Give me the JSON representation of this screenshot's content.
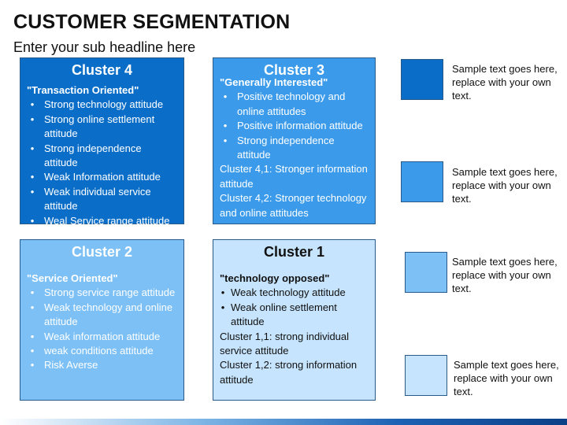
{
  "header": {
    "title": "CUSTOMER SEGMENTATION",
    "subtitle": "Enter your sub headline here"
  },
  "colors": {
    "cluster4": "#0a6ec8",
    "cluster3": "#3b9bea",
    "cluster2": "#7cc0f6",
    "cluster1": "#c6e4fd"
  },
  "clusters": {
    "c4": {
      "title": "Cluster 4",
      "tag": "\"Transaction Oriented\"",
      "bullets": [
        "Strong technology attitude",
        "Strong online settlement attitude",
        "Strong independence attitude",
        "Weak Information attitude",
        "Weak individual service attitude",
        "Weal Service range attitude"
      ]
    },
    "c3": {
      "title": "Cluster 3",
      "tag": "\"Generally Interested\"",
      "bullets": [
        "Positive technology and online attitudes",
        "Positive information attitude",
        "Strong independence attitude"
      ],
      "notes": [
        "Cluster 4,1: Stronger information attitude",
        "Cluster 4,2: Stronger technology and online attitudes"
      ]
    },
    "c2": {
      "title": "Cluster 2",
      "tag": "\"Service Oriented\"",
      "bullets": [
        "Strong service range attitude",
        "Weak technology and online attitude",
        "Weak information attitude",
        "weak conditions attitude",
        "Risk Averse"
      ]
    },
    "c1": {
      "title": "Cluster 1",
      "tag": "\"technology opposed\"",
      "bullets": [
        "Weak technology attitude",
        "Weak online settlement attitude"
      ],
      "notes": [
        "Cluster 1,1: strong individual service attitude",
        "Cluster 1,2: strong information attitude"
      ]
    }
  },
  "legend": [
    {
      "text": "Sample text goes here, replace with your own text."
    },
    {
      "text": "Sample text goes here, replace with your own text."
    },
    {
      "text": "Sample text goes here, replace with your own text."
    },
    {
      "text": "Sample text goes here, replace with your own text."
    }
  ]
}
